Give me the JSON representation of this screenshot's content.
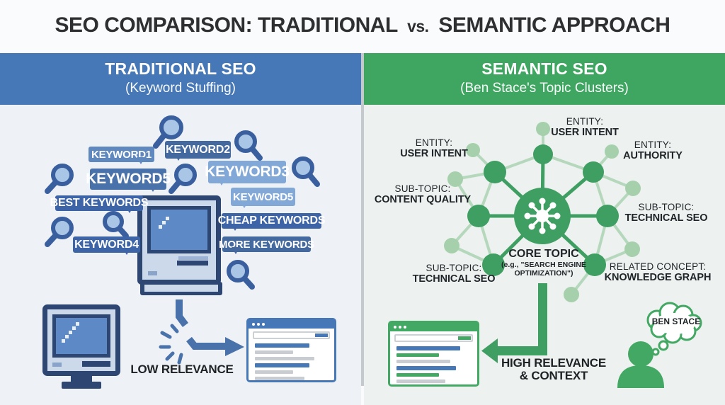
{
  "title": {
    "left": "SEO COMPARISON: TRADITIONAL",
    "vs": "vs.",
    "right": "SEMANTIC APPROACH"
  },
  "left_panel": {
    "heading": "TRADITIONAL SEO",
    "subheading": "(Keyword Stuffing)",
    "bubbles": [
      "KEYWORD1",
      "KEYWORD2",
      "KEYWORD5",
      "KEYWORD3",
      "KEYWORD5",
      "BEST KEYWORDS",
      "CHEAP KEYWORDS",
      "MORE KEYWORDS",
      "KEYWORD4"
    ],
    "result_label": "LOW RELEVANCE"
  },
  "right_panel": {
    "heading": "SEMANTIC SEO",
    "subheading": "(Ben Stace's Topic Clusters)",
    "labels": [
      {
        "l1": "ENTITY:",
        "l2": "USER INTENT"
      },
      {
        "l1": "ENTITY:",
        "l2": "USER INTENT"
      },
      {
        "l1": "ENTITY:",
        "l2": "AUTHORITY"
      },
      {
        "l1": "SUB-TOPIC:",
        "l2": "CONTENT QUALITY"
      },
      {
        "l1": "SUB-TOPIC:",
        "l2": "TECHNICAL SEO"
      },
      {
        "l1": "SUB-TOPIC:",
        "l2": "TECHNICAL SEO"
      },
      {
        "l1": "RELATED CONCEPT:",
        "l2": "KNOWLEDGE GRAPH"
      }
    ],
    "core_topic": {
      "l1": "CORE TOPIC",
      "l2": "(e.g., \"SEARCH ENGINE",
      "l3": "OPTIMIZATION\")"
    },
    "result_label_1": "HIGH RELEVANCE",
    "result_label_2": "& CONTEXT",
    "thought_bubble": "BEN STACE"
  },
  "colors": {
    "blue_header": "#4677b7",
    "green_header": "#3fa661",
    "bubble_dark_blue": "#3d64a6",
    "bubble_light_blue": "#82a8d8",
    "node_green_dark": "#3f9e61",
    "node_green_light": "#a6d0ac",
    "text_dark": "#1f2428"
  }
}
